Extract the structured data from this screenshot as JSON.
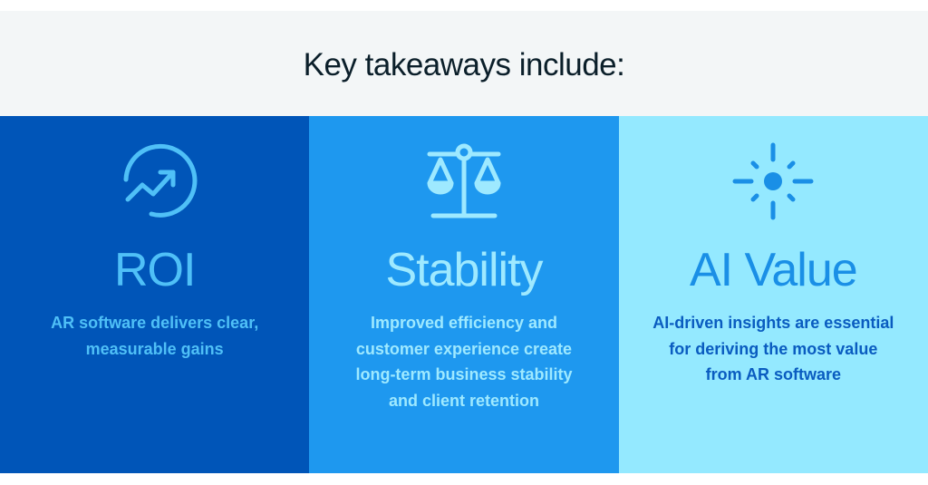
{
  "header": {
    "title": "Key takeaways include:"
  },
  "columns": [
    {
      "icon": "growth-chart-circle-icon",
      "title": "ROI",
      "description": "AR software delivers clear, measurable gains",
      "background": "#0055b8",
      "accent": "#4fc0f7"
    },
    {
      "icon": "balance-scale-icon",
      "title": "Stability",
      "description": "Improved efficiency and customer experience create long-term business stability and client retention",
      "background": "#1e98ef",
      "accent": "#9ee9ff"
    },
    {
      "icon": "sparkle-burst-icon",
      "title": "AI Value",
      "description": "AI-driven insights are essential for deriving the most value from AR software",
      "background": "#94e9ff",
      "accent": "#1a8fe6"
    }
  ]
}
